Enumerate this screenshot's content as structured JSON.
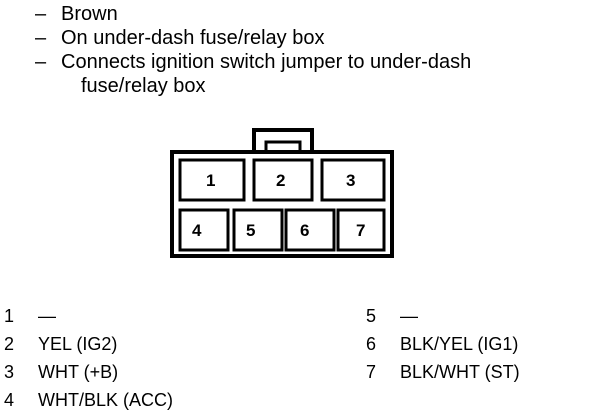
{
  "bullets": [
    {
      "dash": "–",
      "text": "Brown"
    },
    {
      "dash": "–",
      "text": "On under-dash fuse/relay box"
    },
    {
      "dash": "–",
      "text": "Connects ignition switch jumper to under-dash",
      "continuation": "fuse/relay box"
    }
  ],
  "connector": {
    "cavities": [
      "1",
      "2",
      "3",
      "4",
      "5",
      "6",
      "7"
    ]
  },
  "pins_left": [
    {
      "num": "1",
      "desc": "—"
    },
    {
      "num": "2",
      "desc": "YEL (IG2)"
    },
    {
      "num": "3",
      "desc": "WHT (+B)"
    },
    {
      "num": "4",
      "desc": "WHT/BLK (ACC)"
    }
  ],
  "pins_right": [
    {
      "num": "5",
      "desc": "—"
    },
    {
      "num": "6",
      "desc": "BLK/YEL (IG1)"
    },
    {
      "num": "7",
      "desc": "BLK/WHT (ST)"
    }
  ]
}
